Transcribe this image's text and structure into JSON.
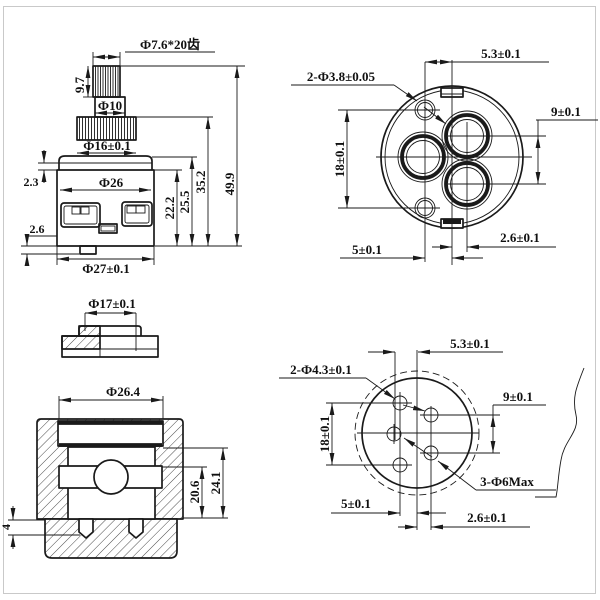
{
  "colors": {
    "line": "#1a1a1a",
    "background": "#ffffff",
    "border": "#c9c9c9"
  },
  "labels": {
    "side": {
      "teeth": "Ф7.6*20齿",
      "stem_height": "9.7",
      "stem_dia": "Ф10",
      "spline_dia": "Ф16±0.1",
      "flange_step": "2.3",
      "body_dia": "Ф26",
      "body_height": "22.2",
      "height_25": "25.5",
      "height_35": "35.2",
      "total_height": "49.9",
      "tab_height": "2.6",
      "base_dia": "Ф27±0.1"
    },
    "top_port": {
      "top_offset": "5.3±0.1",
      "small_holes": "2-Ф3.8±0.05",
      "right_pitch": "9±0.1",
      "left_pitch": "18±0.1",
      "bottom_offset": "5±0.1",
      "bottom_right_offset": "2.6±0.1"
    },
    "cap": {
      "bore_dia": "Ф17±0.1"
    },
    "section": {
      "outer_dia": "Ф26.4",
      "inner_height": "20.6",
      "outer_height": "24.1",
      "pin_height": "4"
    },
    "bottom_port": {
      "top_offset": "5.3±0.1",
      "small_holes": "2-Ф4.3±0.1",
      "right_pitch": "9±0.1",
      "left_pitch": "18±0.1",
      "max_holes": "3-Ф6Max",
      "bottom_offset": "5±0.1",
      "bottom_right_offset": "2.6±0.1"
    }
  }
}
